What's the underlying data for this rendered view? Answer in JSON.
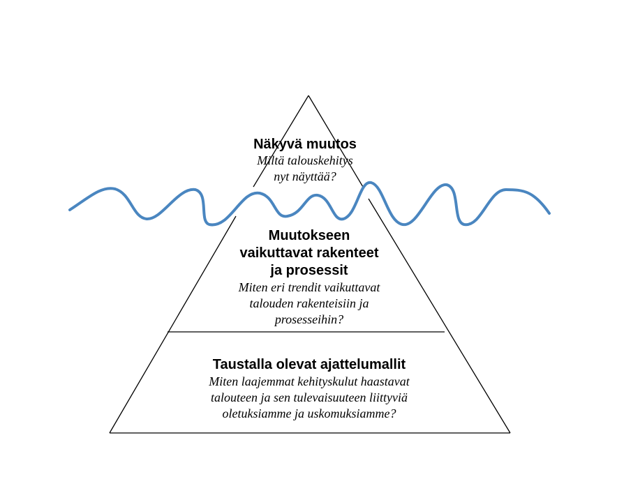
{
  "colors": {
    "outline": "#000000",
    "wave": "#4a86c0",
    "background": "#ffffff"
  },
  "levels": {
    "top": {
      "title": [
        "Näkyvä muutos"
      ],
      "subtitle": [
        "Miltä talouskehitys",
        "nyt näyttää?"
      ]
    },
    "middle": {
      "title": [
        "Muutokseen",
        "vaikuttavat rakenteet",
        "ja prosessit"
      ],
      "subtitle": [
        "Miten eri trendit vaikuttavat",
        "talouden rakenteisiin ja",
        "prosesseihin?"
      ]
    },
    "bottom": {
      "title": [
        "Taustalla olevat ajattelumallit"
      ],
      "subtitle": [
        "Miten laajemmat kehityskulut haastavat",
        "talouteen ja sen tulevaisuuteen liittyviä",
        "oletuksiamme ja uskomuksiamme?"
      ]
    }
  }
}
